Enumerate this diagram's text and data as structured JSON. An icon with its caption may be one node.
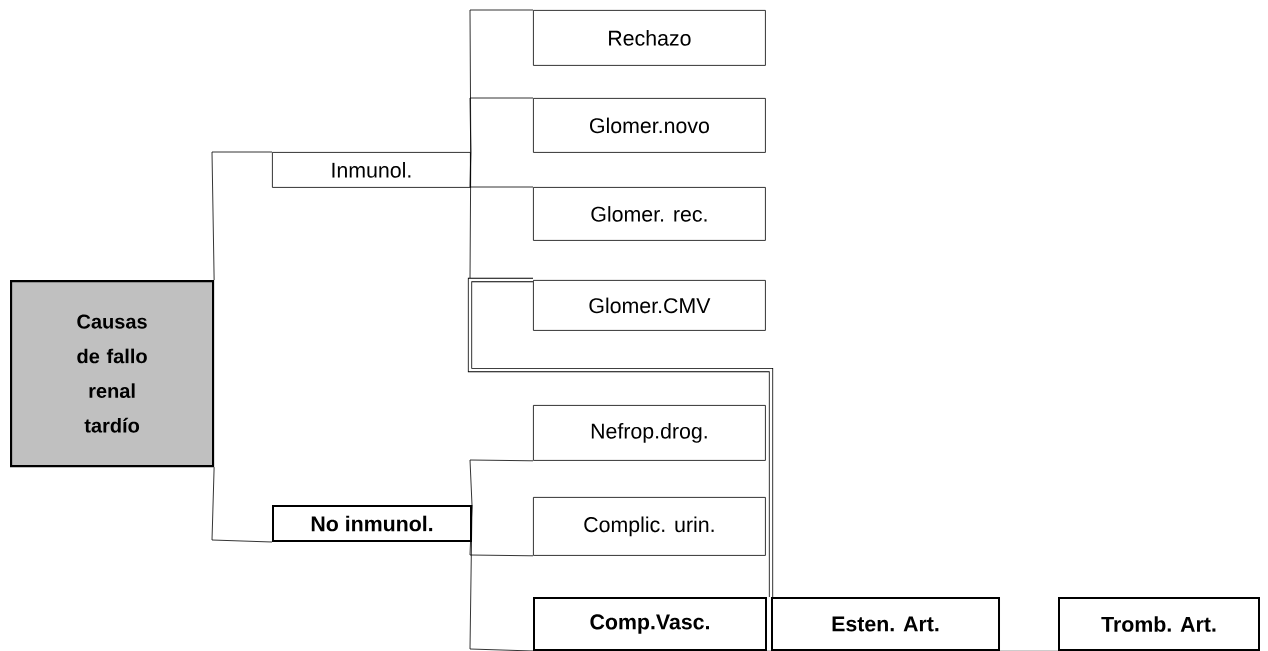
{
  "diagram": {
    "nodes": [
      {
        "text": [
          "Causas de fallo renal tardío"
        ]
      },
      {
        "text": [
          "Inmunol."
        ]
      },
      {
        "text": [
          "No inmunol."
        ]
      },
      {
        "text": [
          "Rechazo"
        ]
      },
      {
        "text": [
          "Glomer.novo"
        ]
      },
      {
        "text": [
          "Glomer. rec."
        ]
      },
      {
        "text": [
          "Glomer.CMV"
        ]
      },
      {
        "text": [
          "Nefrop.drog."
        ]
      },
      {
        "text": [
          "Complic. urin."
        ]
      },
      {
        "text": [
          "Comp.Vasc."
        ]
      },
      {
        "text": [
          "Esten. Art."
        ]
      },
      {
        "text": [
          "Tromb. Art."
        ]
      }
    ],
    "edges": [
      {
        "from": 0,
        "to": 1,
        "arrow": "none"
      },
      {
        "from": 0,
        "to": 2,
        "arrow": "none"
      },
      {
        "from": 1,
        "to": 3,
        "arrow": "none"
      },
      {
        "from": 1,
        "to": 4,
        "arrow": "none"
      },
      {
        "from": 1,
        "to": 5,
        "arrow": "none"
      },
      {
        "from": 1,
        "to": 6,
        "arrow": "none"
      },
      {
        "from": 2,
        "to": 7,
        "arrow": "none"
      },
      {
        "from": 2,
        "to": 8,
        "arrow": "none"
      },
      {
        "from": 2,
        "to": 9,
        "arrow": "none"
      },
      {
        "from": 6,
        "to": 10,
        "arrow": "none",
        "style": "thick"
      },
      {
        "from": 9,
        "to": 10,
        "arrow": "none"
      },
      {
        "from": 10,
        "to": 11,
        "arrow": "none"
      }
    ]
  }
}
